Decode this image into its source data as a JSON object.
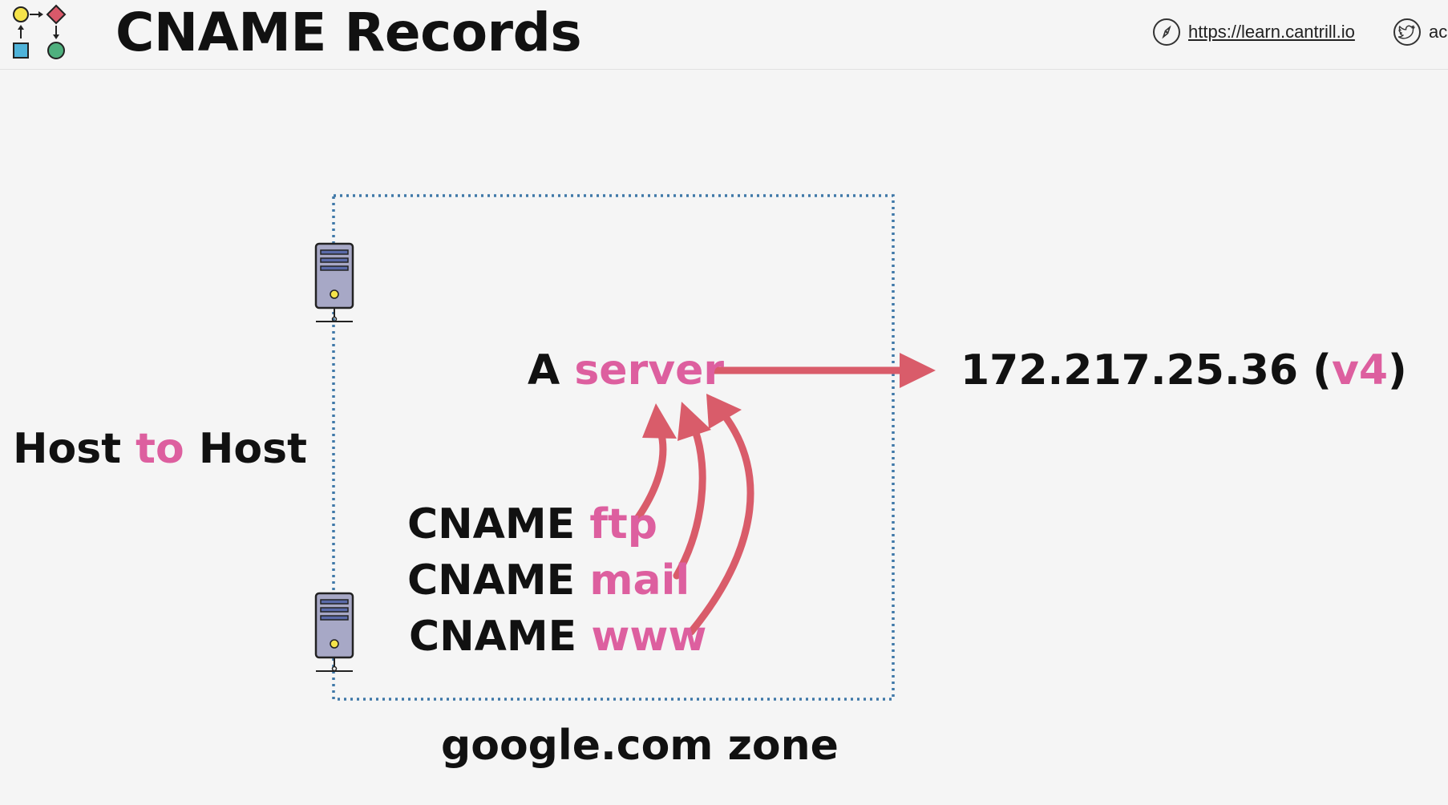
{
  "header": {
    "title": "CNAME Records",
    "link_text": "https://learn.cantrill.io",
    "social_text": "ac"
  },
  "diagram": {
    "left_label": {
      "part1": "Host",
      "part2": "to",
      "part3": "Host"
    },
    "a_record": {
      "type": "A",
      "name": "server"
    },
    "ip": {
      "value": "172.217.25.36",
      "open": " (",
      "version": "v4",
      "close": ")"
    },
    "cnames": [
      {
        "type": "CNAME",
        "name": "ftp"
      },
      {
        "type": "CNAME",
        "name": "mail"
      },
      {
        "type": "CNAME",
        "name": "www"
      }
    ],
    "zone_label": "google.com zone"
  },
  "colors": {
    "accent_pink": "#dd5f9f",
    "arrow_red": "#d95c6a",
    "zone_border": "#3f78a8",
    "text": "#111111"
  },
  "icons": [
    "logo-icon",
    "compass-icon",
    "twitter-icon",
    "server-icon"
  ]
}
